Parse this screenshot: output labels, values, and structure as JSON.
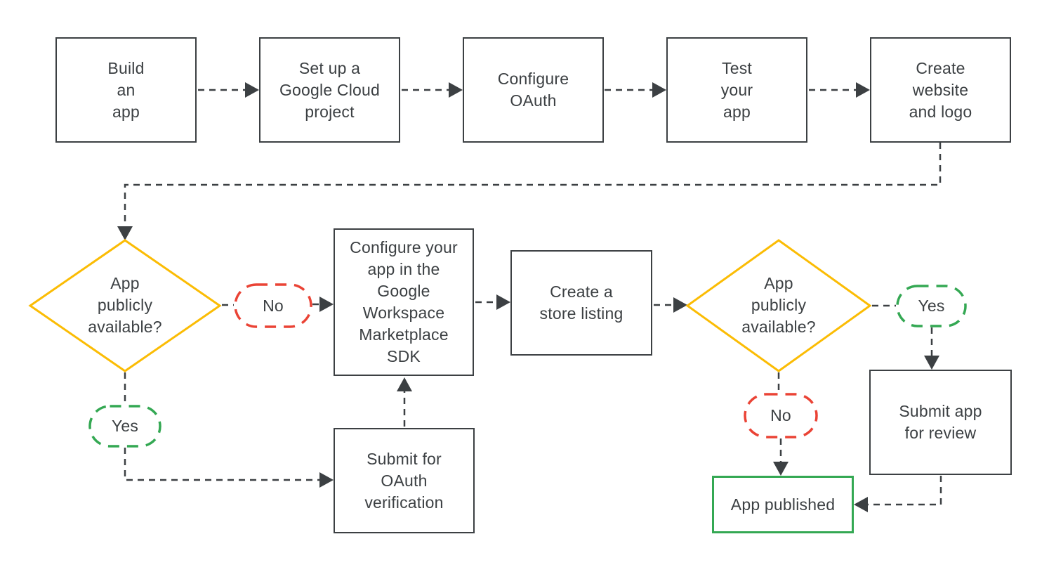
{
  "diagram": {
    "type": "flowchart",
    "description": "App publishing workflow flowchart"
  },
  "colors": {
    "ink": "#3c4043",
    "decision_yellow": "#fbbc04",
    "no_red": "#ea4335",
    "yes_green": "#34a853",
    "published_green": "#34a853",
    "background": "#ffffff"
  },
  "nodes": {
    "build_app": {
      "label": "Build\nan\napp"
    },
    "cloud_project": {
      "label": "Set up a\nGoogle Cloud\nproject"
    },
    "configure_oauth": {
      "label": "Configure\nOAuth"
    },
    "test_app": {
      "label": "Test\nyour\napp"
    },
    "create_website": {
      "label": "Create\nwebsite\nand logo"
    },
    "decision_left": {
      "label": "App\npublicly\navailable?"
    },
    "no_left": {
      "label": "No"
    },
    "yes_left": {
      "label": "Yes"
    },
    "configure_sdk": {
      "label": "Configure your\napp in the\nGoogle\nWorkspace\nMarketplace\nSDK"
    },
    "submit_oauth": {
      "label": "Submit for\nOAuth\nverification"
    },
    "store_listing": {
      "label": "Create a\nstore listing"
    },
    "decision_right": {
      "label": "App\npublicly\navailable?"
    },
    "yes_right": {
      "label": "Yes"
    },
    "no_right": {
      "label": "No"
    },
    "submit_review": {
      "label": "Submit app\nfor review"
    },
    "app_published": {
      "label": "App published"
    }
  },
  "flow": [
    {
      "from": "build_app",
      "to": "cloud_project"
    },
    {
      "from": "cloud_project",
      "to": "configure_oauth"
    },
    {
      "from": "configure_oauth",
      "to": "test_app"
    },
    {
      "from": "test_app",
      "to": "create_website"
    },
    {
      "from": "create_website",
      "to": "decision_left"
    },
    {
      "from": "decision_left",
      "to": "configure_sdk",
      "label": "No"
    },
    {
      "from": "decision_left",
      "to": "submit_oauth",
      "label": "Yes"
    },
    {
      "from": "submit_oauth",
      "to": "configure_sdk"
    },
    {
      "from": "configure_sdk",
      "to": "store_listing"
    },
    {
      "from": "store_listing",
      "to": "decision_right"
    },
    {
      "from": "decision_right",
      "to": "submit_review",
      "label": "Yes"
    },
    {
      "from": "decision_right",
      "to": "app_published",
      "label": "No"
    },
    {
      "from": "submit_review",
      "to": "app_published"
    }
  ]
}
